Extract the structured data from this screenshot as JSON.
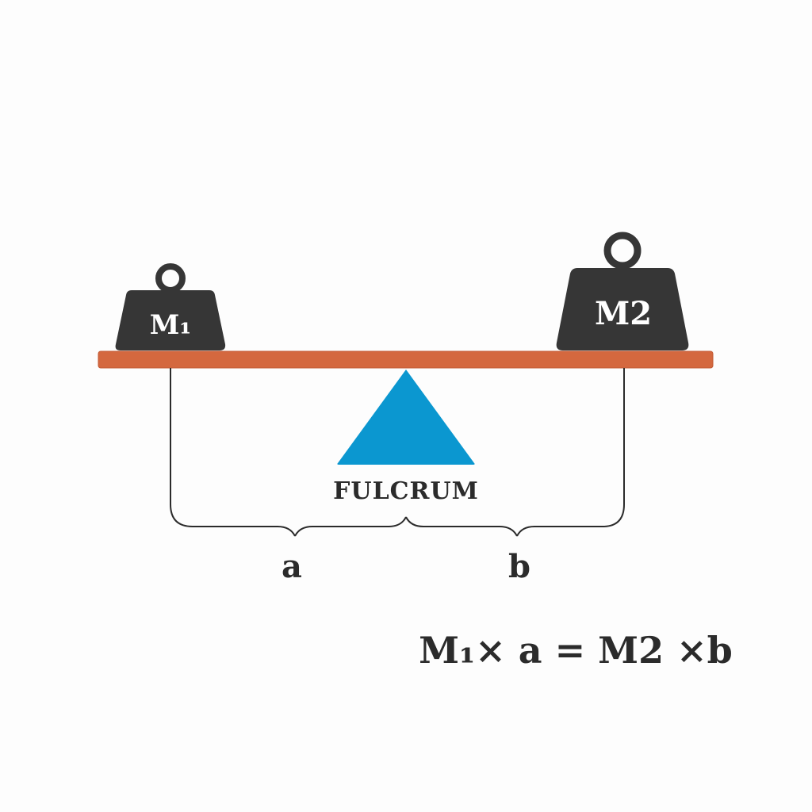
{
  "weights": {
    "left": {
      "label": "M₁"
    },
    "right": {
      "label": "M2"
    }
  },
  "fulcrum": {
    "label": "FULCRUM"
  },
  "distances": {
    "left": "a",
    "right": "b"
  },
  "equation": "M₁× a = M2 ×b",
  "colors": {
    "lever": "#d4683f",
    "fulcrum": "#0b97d0",
    "weights": "#363636",
    "ink": "#2b2b2b"
  }
}
